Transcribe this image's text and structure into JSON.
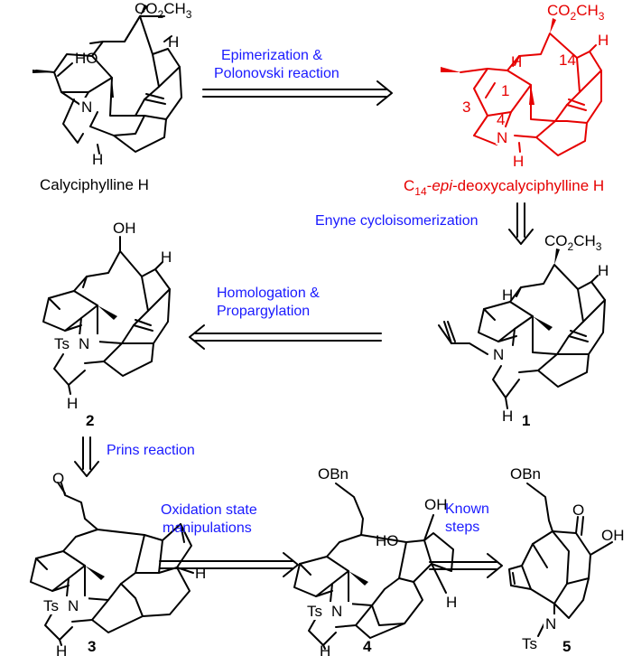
{
  "compounds": {
    "calyciphylline_h": {
      "name": "Calyciphylline H",
      "substituent": "CO2CH3",
      "ho": "HO",
      "h1": "H",
      "h2": "H",
      "n": "N"
    },
    "c14_epi": {
      "name_prefix": "C",
      "name_sub": "14",
      "name_dash": "-",
      "name_epi": "epi",
      "name_rest": "-deoxycalyciphylline H",
      "substituent": "CO2CH3",
      "h1": "H",
      "h2": "H",
      "h3": "H",
      "n": "N",
      "pos_14": "14",
      "pos_1": "1",
      "pos_3": "3",
      "pos_4": "4"
    },
    "cmpd_1": {
      "number": "1",
      "substituent": "CO2CH3",
      "h1": "H",
      "h2": "H",
      "h3": "H",
      "n": "N"
    },
    "cmpd_2": {
      "number": "2",
      "oh": "OH",
      "ts": "Ts",
      "n": "N",
      "h1": "H",
      "h2": "H"
    },
    "cmpd_3": {
      "number": "3",
      "o": "O",
      "ts": "Ts",
      "n": "N",
      "h1": "H",
      "h2": "H"
    },
    "cmpd_4": {
      "number": "4",
      "obn": "OBn",
      "oh": "OH",
      "ho": "HO",
      "ts": "Ts",
      "n": "N",
      "h1": "H",
      "h2": "H"
    },
    "cmpd_5": {
      "number": "5",
      "obn": "OBn",
      "o": "O",
      "oh": "OH",
      "ts": "Ts",
      "n": "N"
    }
  },
  "steps": {
    "epimerization": [
      "Epimerization &",
      "Polonovski reaction"
    ],
    "enyne": "Enyne cycloisomerization",
    "homologation": [
      "Homologation &",
      "Propargylation"
    ],
    "prins": "Prins reaction",
    "oxidation": [
      "Oxidation state",
      "manipulations"
    ],
    "known": [
      "Known",
      "steps"
    ]
  },
  "colors": {
    "text": "#000000",
    "highlight": "#e60000",
    "reagent": "#1a1aff"
  }
}
